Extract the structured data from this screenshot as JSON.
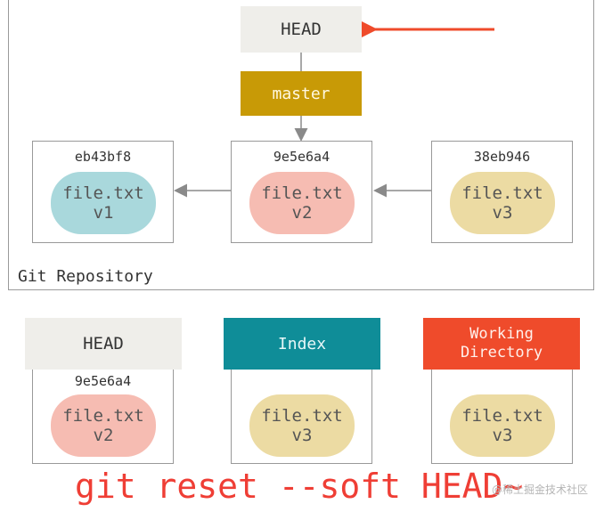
{
  "repository": {
    "label": "Git Repository",
    "head_label": "HEAD",
    "branch_label": "master",
    "commits": [
      {
        "hash": "eb43bf8",
        "file": "file.txt",
        "version": "v1",
        "color": "#a9d8dc"
      },
      {
        "hash": "9e5e6a4",
        "file": "file.txt",
        "version": "v2",
        "color": "#f6bcb2"
      },
      {
        "hash": "38eb946",
        "file": "file.txt",
        "version": "v3",
        "color": "#ecdba3"
      }
    ]
  },
  "areas": [
    {
      "label": "HEAD",
      "hash": "9e5e6a4",
      "file": "file.txt",
      "version": "v2",
      "color": "#efeeea"
    },
    {
      "label": "Index",
      "file": "file.txt",
      "version": "v3",
      "color": "#0f8d98"
    },
    {
      "label_line1": "Working",
      "label_line2": "Directory",
      "file": "file.txt",
      "version": "v3",
      "color": "#ef4b2b"
    }
  ],
  "command": "git reset --soft HEAD~",
  "watermark": "@稀土掘金技术社区",
  "colors": {
    "arrow_red": "#ef4b2b",
    "connector_gray": "#8a8a8a"
  }
}
